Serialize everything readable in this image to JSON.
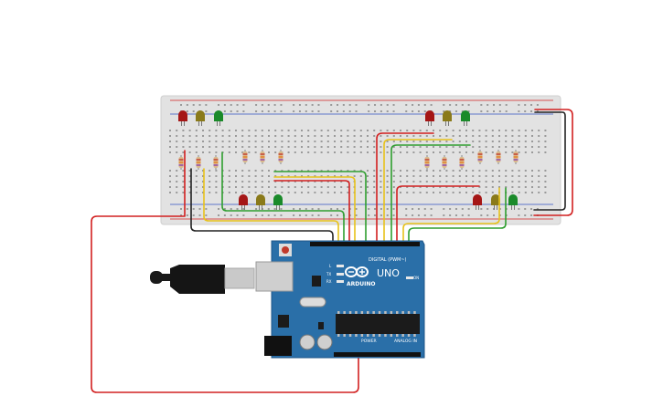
{
  "board": {
    "brand": "ARDUINO",
    "model": "UNO",
    "digital_label": "DIGITAL (PWM~)",
    "power_label": "POWER",
    "analog_label": "ANALOG IN",
    "led_labels": [
      "L",
      "TX",
      "RX"
    ],
    "on_label": "ON"
  },
  "colors": {
    "board": "#2a6fa8",
    "breadboard": "#e2e2e2",
    "wire_red": "#d22020",
    "wire_black": "#222222",
    "wire_yellow": "#e8c21a",
    "wire_green": "#2f9e2f",
    "led_red": "#a51616",
    "led_yellow": "#8a7a1a",
    "led_green": "#1a8a2a"
  },
  "icons": [
    "infinity-logo-icon",
    "usb-plug-icon",
    "reset-button-icon"
  ]
}
